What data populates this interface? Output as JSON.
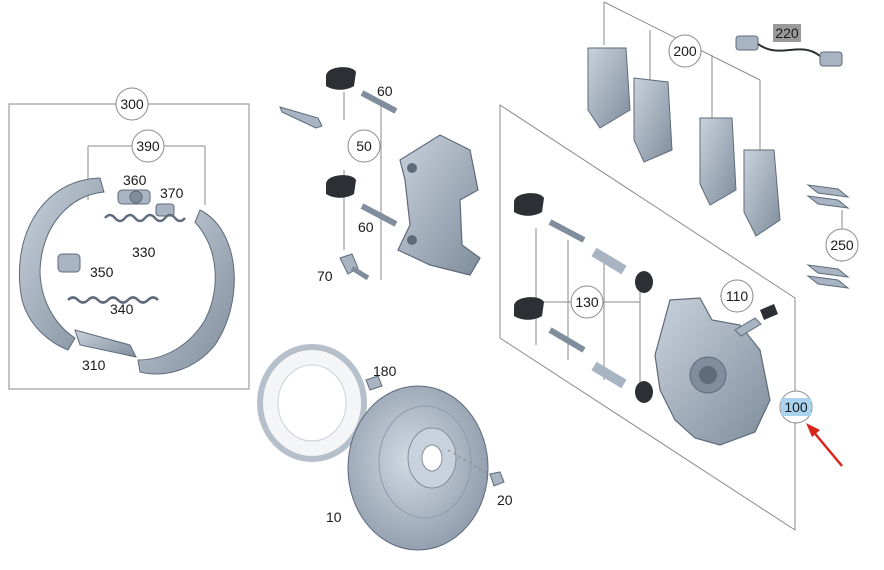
{
  "colors": {
    "part_fill": "#a8b4c1",
    "part_dark": "#5d6b7a",
    "part_light": "#c9d2dc",
    "frame_line": "#8a8a8a",
    "highlight_100": "#a9d3ee",
    "highlight_220": "#9a9a9a",
    "arrow": "#d9261c"
  },
  "callouts": {
    "c300": "300",
    "c390": "390",
    "c360": "360",
    "c370": "370",
    "c330": "330",
    "c350": "350",
    "c340": "340",
    "c310": "310",
    "c60a": "60",
    "c50": "50",
    "c60b": "60",
    "c70": "70",
    "c200": "200",
    "c220": "220",
    "c250": "250",
    "c130": "130",
    "c110": "110",
    "c100": "100",
    "c180": "180",
    "c10": "10",
    "c20": "20"
  }
}
